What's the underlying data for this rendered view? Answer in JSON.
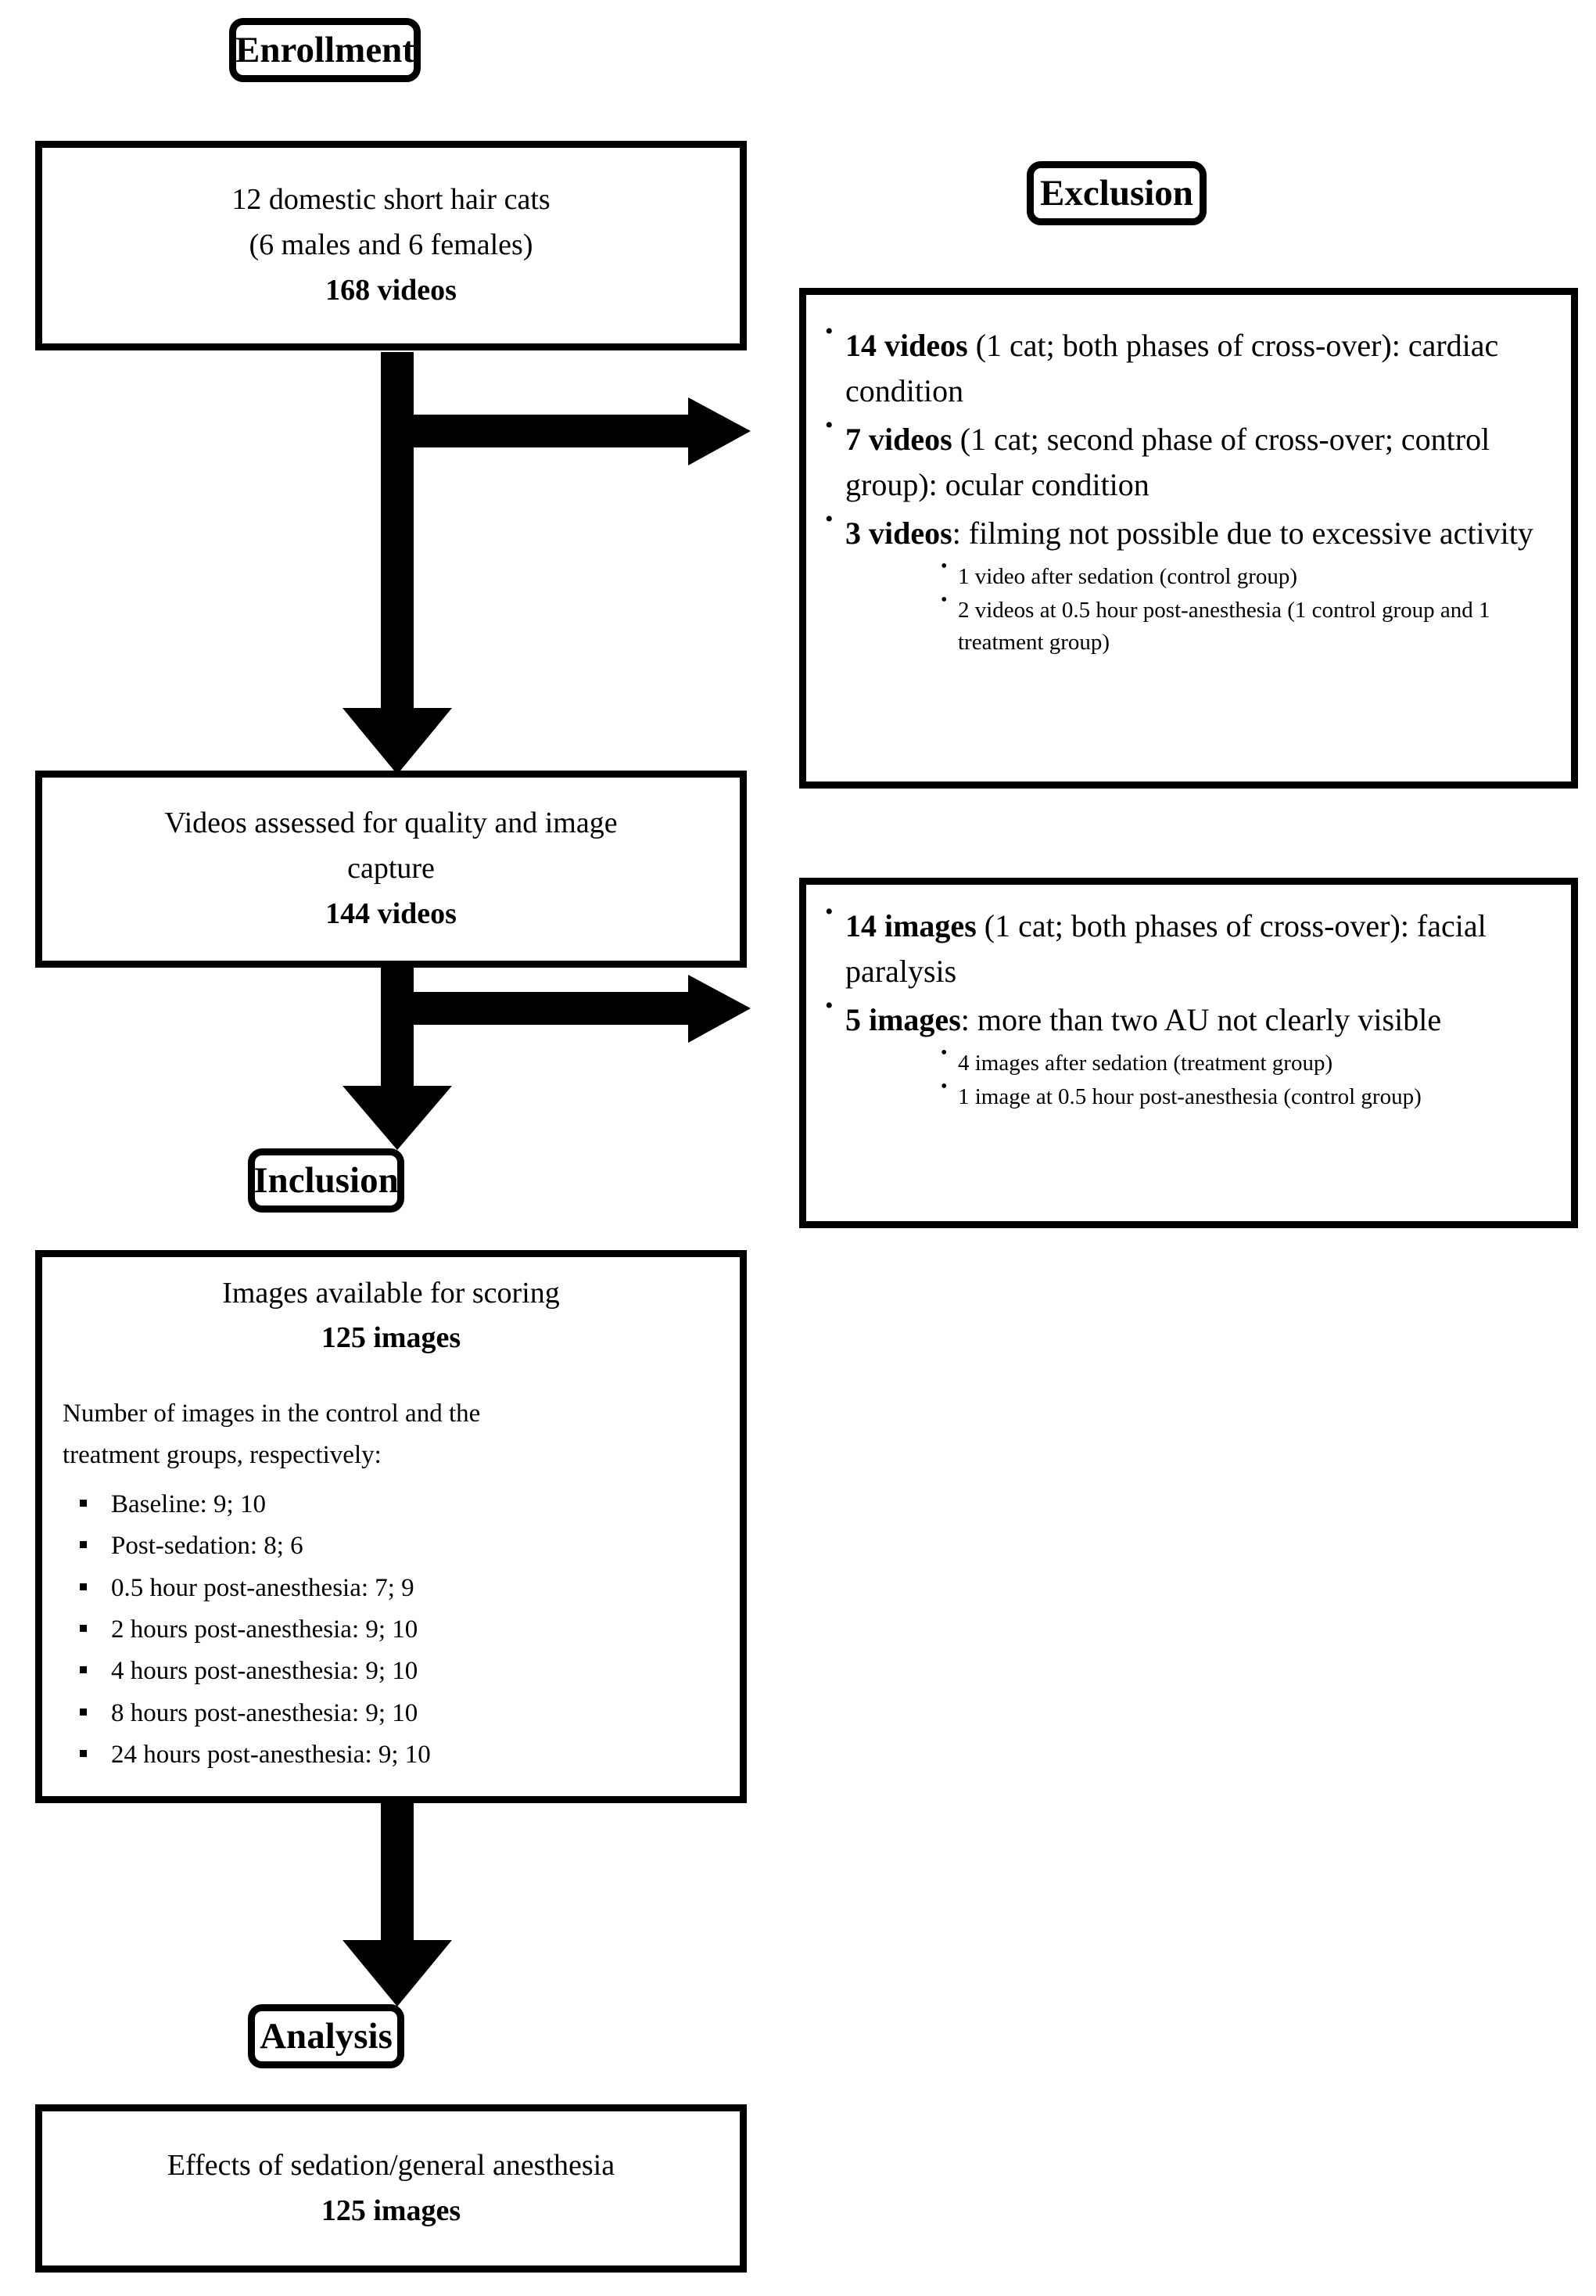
{
  "diagram": {
    "title": "CONSORT-style study flow diagram",
    "accent_color": "#000000",
    "background_color": "#ffffff"
  },
  "stages": {
    "enrollment_label": "Enrollment",
    "exclusion_label": "Exclusion",
    "inclusion_label": "Inclusion",
    "analysis_label": "Analysis"
  },
  "enrollment_box": {
    "line1": "12 domestic short hair cats",
    "line2": "(6 males and 6 females)",
    "count": "168 videos"
  },
  "assessed_box": {
    "line1": "Videos assessed for quality and image",
    "line2": "capture",
    "count": "144 videos"
  },
  "inclusion_box": {
    "heading": "Images available for scoring",
    "count": "125 images",
    "intro_line1": "Number of images in the control and the",
    "intro_line2": "treatment groups, respectively:",
    "counts": [
      "Baseline: 9; 10",
      "Post-sedation: 8; 6",
      "0.5 hour post-anesthesia: 7; 9",
      "2 hours post-anesthesia: 9; 10",
      "4 hours post-anesthesia: 9; 10",
      "8 hours post-anesthesia: 9; 10",
      "24 hours post-anesthesia: 9; 10"
    ]
  },
  "analysis_box": {
    "line1": "Effects of sedation/general anesthesia",
    "count": "125 images"
  },
  "exclusion_videos_box": {
    "items": [
      {
        "lead": "14 videos",
        "rest": " (1 cat; both phases of cross-over): cardiac condition",
        "sub": []
      },
      {
        "lead": "7 videos",
        "rest": " (1 cat; second phase of cross-over; control group): ocular condition",
        "sub": []
      },
      {
        "lead": "3 videos",
        "rest": ": filming not possible due to excessive activity",
        "sub": [
          "1 video after sedation (control group)",
          "2 videos at 0.5 hour post-anesthesia (1 control group and 1 treatment group)"
        ]
      }
    ]
  },
  "exclusion_images_box": {
    "items": [
      {
        "lead": "14 images",
        "rest": " (1 cat; both phases of cross-over): facial paralysis",
        "sub": []
      },
      {
        "lead": "5 images",
        "rest": ": more than two AU not clearly visible",
        "sub": [
          "4 images after sedation (treatment group)",
          "1 image at 0.5 hour post-anesthesia (control group)"
        ]
      }
    ]
  },
  "connectors": {
    "enrollment_to_assessed": "vertical-arrow-down-with-right-branch",
    "assessed_to_inclusion": "vertical-arrow-down-with-right-branch",
    "inclusion_to_analysis": "vertical-arrow-down"
  }
}
